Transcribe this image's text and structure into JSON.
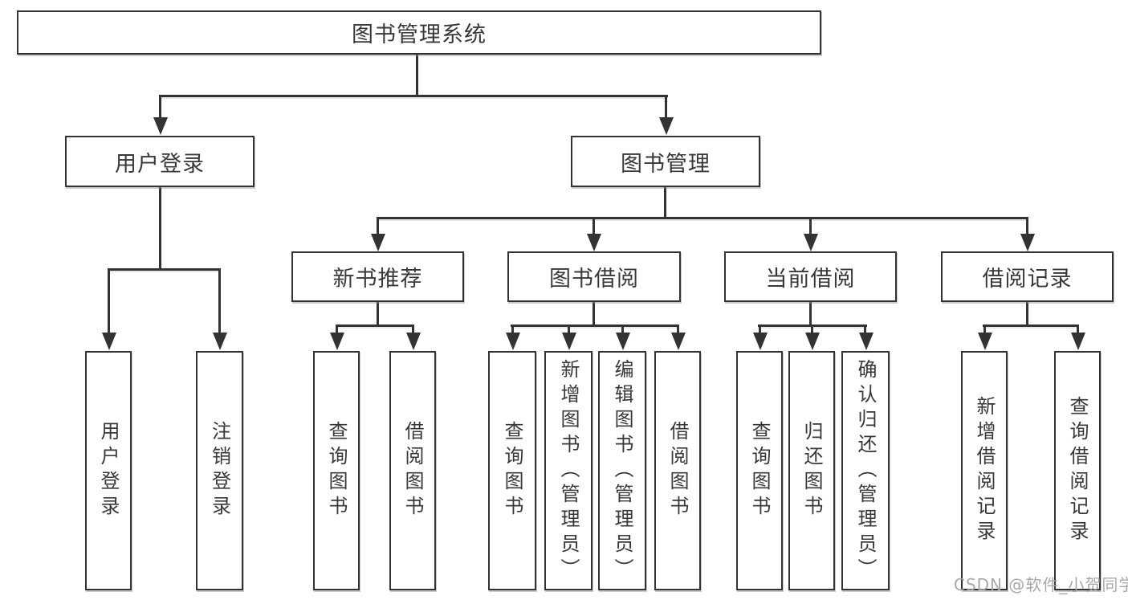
{
  "diagram": {
    "title": "图书管理系统",
    "root": {
      "label": "图书管理系统"
    },
    "branches": {
      "user_login": {
        "label": "用户登录",
        "children": [
          "用户登录",
          "注销登录"
        ]
      },
      "book_management": {
        "label": "图书管理",
        "children": {
          "new_books": {
            "label": "新书推荐",
            "children": [
              "查询图书",
              "借阅图书"
            ]
          },
          "book_borrow": {
            "label": "图书借阅",
            "children": [
              "查询图书",
              "新增图书（管理员）",
              "编辑图书（管理员）",
              "借阅图书"
            ]
          },
          "current_borrow": {
            "label": "当前借阅",
            "children": [
              "查询图书",
              "归还图书",
              "确认归还（管理员）"
            ]
          },
          "borrow_records": {
            "label": "借阅记录",
            "children": [
              "新增借阅记录",
              "查询借阅记录"
            ]
          }
        }
      }
    }
  },
  "watermark": {
    "text": "CSDN @软件_小贺同学"
  },
  "colors": {
    "line": "#333333",
    "box_fill": "#ffffff",
    "text": "#383838",
    "watermark": "#a3a3a8"
  }
}
